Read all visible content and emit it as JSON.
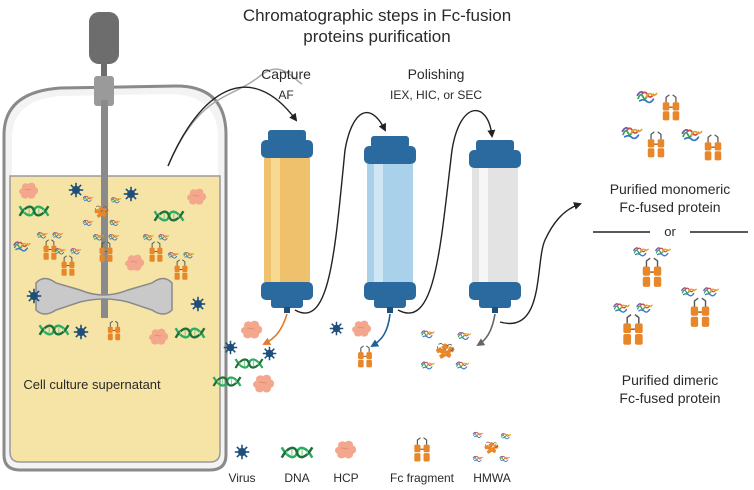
{
  "title": {
    "line1": "Chromatographic steps in Fc-fusion",
    "line2": "proteins purification"
  },
  "steps": {
    "capture": {
      "label": "Capture",
      "sublabel": "AF"
    },
    "polishing": {
      "label": "Polishing",
      "sublabel": "IEX, HIC, or SEC"
    }
  },
  "labels": {
    "supernatant": "Cell culture supernatant",
    "monomeric_line1": "Purified monomeric",
    "monomeric_line2": "Fc-fused protein",
    "or": "or",
    "dimeric_line1": "Purified dimeric",
    "dimeric_line2": "Fc-fused protein"
  },
  "legend": [
    {
      "label": "Virus",
      "icon": "virus-icon"
    },
    {
      "label": "DNA",
      "icon": "dna-icon"
    },
    {
      "label": "HCP",
      "icon": "hcp-icon"
    },
    {
      "label": "Fc fragment",
      "icon": "fc-fragment-icon"
    },
    {
      "label": "HMWA",
      "icon": "hmwa-icon"
    }
  ],
  "colors": {
    "column_cap": "#2b6a9e",
    "capture_resin": "#efc16c",
    "polishing_resin": "#a9d2ea",
    "sec_resin": "#e3e3e3",
    "culture_medium": "#f6e3a6",
    "virus": "#1d4f7a",
    "dna_a": "#27ae60",
    "dna_b": "#1f6f3a",
    "hcp": "#f3a78c",
    "fc": "#e8872a",
    "arrow_capture": "#e07a2c",
    "arrow_polishing": "#1f5f9a",
    "arrow_sec": "#666666"
  }
}
